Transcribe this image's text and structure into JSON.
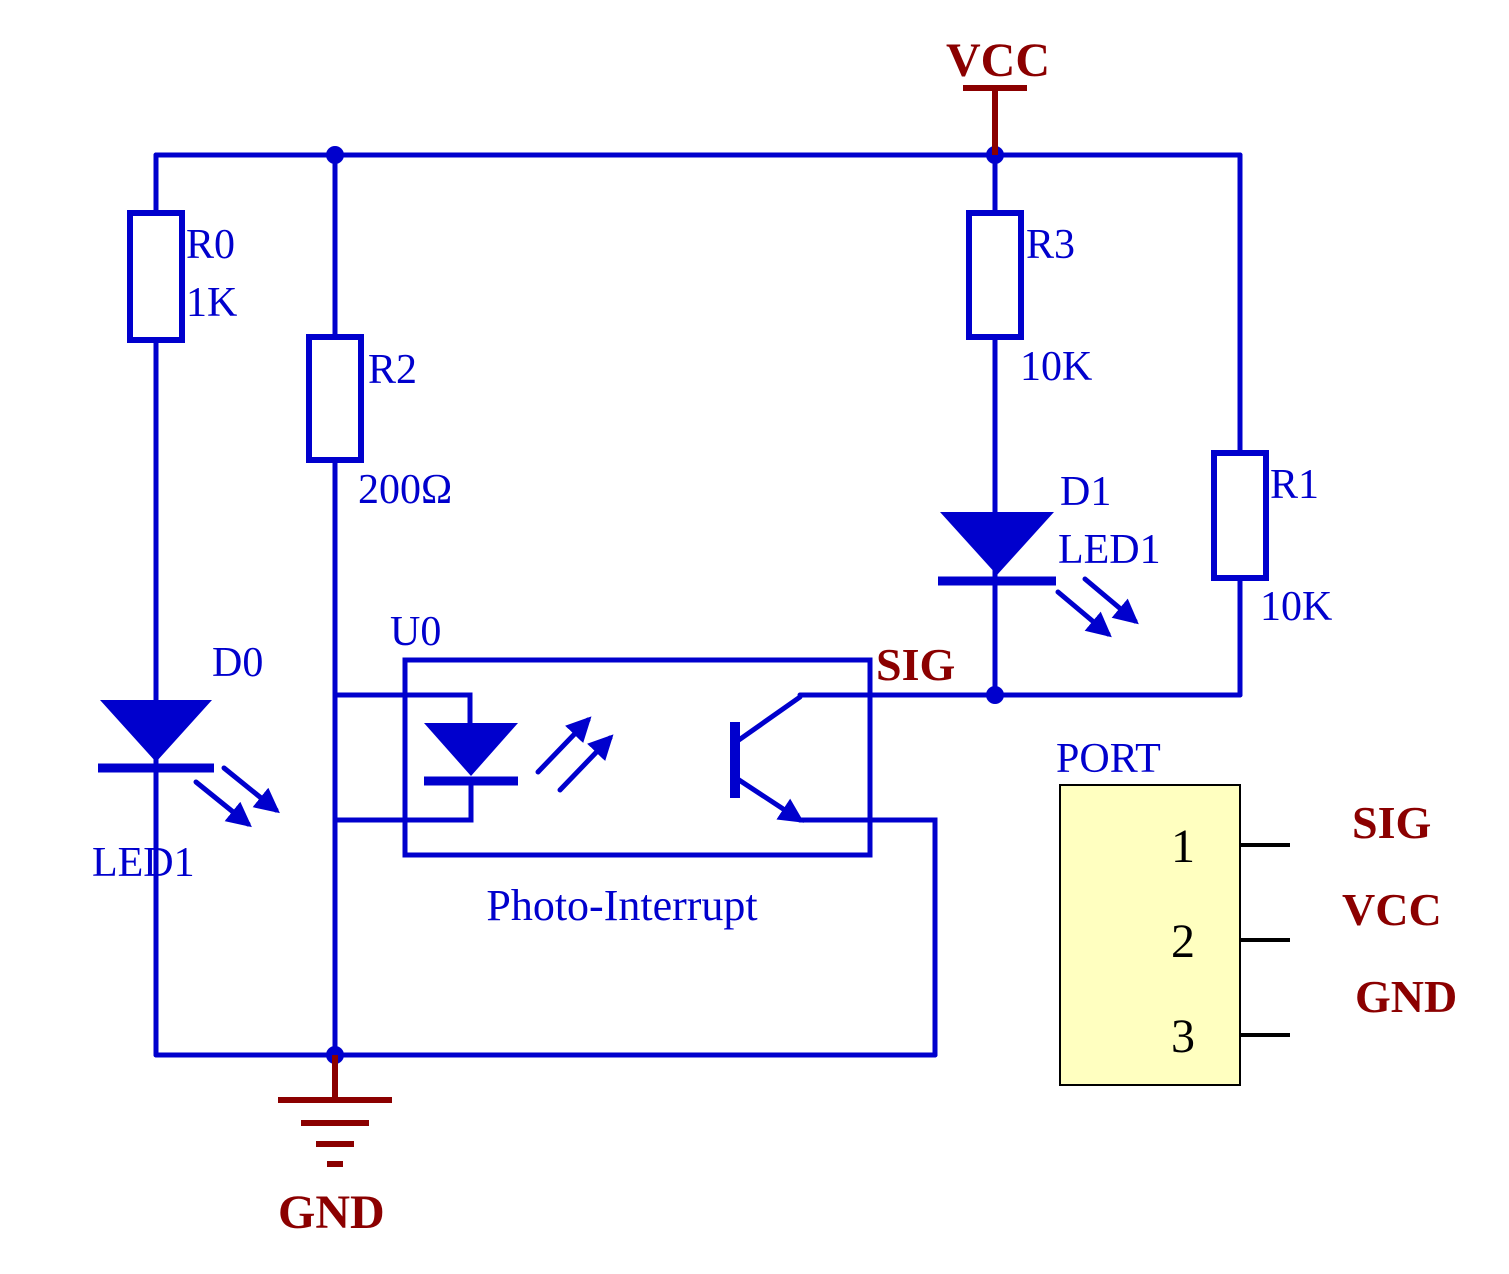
{
  "colors": {
    "wire_blue": "#0000CD",
    "label_red": "#8B0000",
    "port_fill": "#FFFFC0",
    "pin_black": "#000000",
    "background": "#FFFFFF"
  },
  "power": {
    "vcc_label": "VCC",
    "gnd_label": "GND"
  },
  "resistors": {
    "r0": {
      "ref": "R0",
      "value": "1K"
    },
    "r2": {
      "ref": "R2",
      "value": "200Ω"
    },
    "r3": {
      "ref": "R3",
      "value": "10K"
    },
    "r1": {
      "ref": "R1",
      "value": "10K"
    }
  },
  "leds": {
    "d0": {
      "ref": "D0",
      "value": "LED1"
    },
    "d1": {
      "ref": "D1",
      "value": "LED1"
    }
  },
  "optocoupler": {
    "ref": "U0",
    "caption": "Photo-Interrupt"
  },
  "nets": {
    "sig": "SIG"
  },
  "port": {
    "title": "PORT",
    "pins": [
      {
        "number": "1",
        "signal": "SIG"
      },
      {
        "number": "2",
        "signal": "VCC"
      },
      {
        "number": "3",
        "signal": "GND"
      }
    ]
  }
}
